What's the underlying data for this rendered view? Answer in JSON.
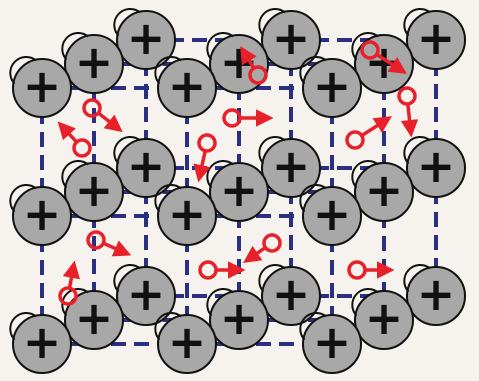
{
  "colors": {
    "background": "#f6f3ee",
    "ion_fill": "#a8a8a8",
    "ion_stroke": "#111111",
    "plus_sign": "#111111",
    "lattice_line": "#2b2f7f",
    "electron": "#e8202a"
  },
  "icons": {
    "ion": "positive-ion-icon",
    "electron": "free-electron-icon"
  },
  "lattice": {
    "ion_label": "+",
    "layers": 3,
    "rows": 3,
    "columns": 3
  },
  "electrons": {
    "count": 13
  }
}
